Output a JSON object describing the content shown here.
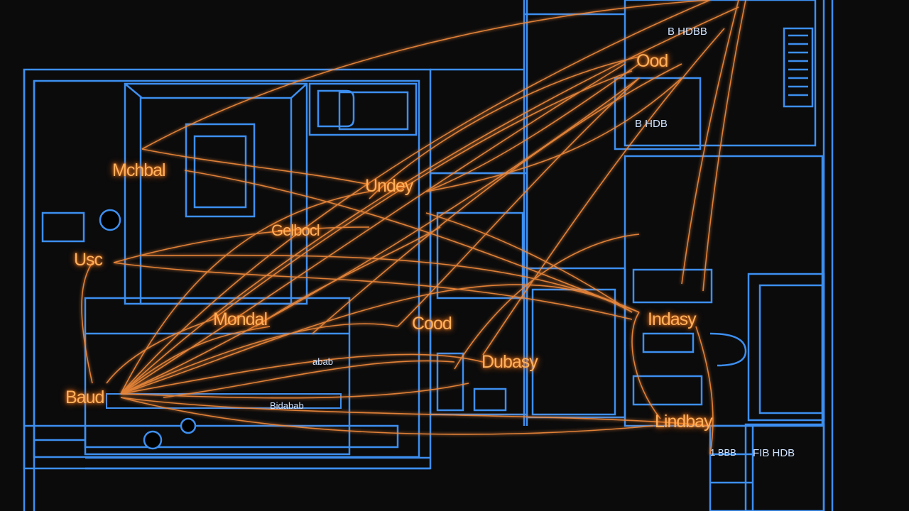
{
  "palette": {
    "background": "#0b0b0c",
    "plan_line": "#3d8ff0",
    "connection": "#f28a3a",
    "label_text": "#ffb15c",
    "label_glow": "#ff7a1a",
    "small_text": "#cfe3ff"
  },
  "labels": {
    "mchbal": "Mchbal",
    "undey_top": "Undey",
    "usc": "Usc",
    "gelbocl": "Gelbocl",
    "mondal": "Mondal",
    "cood": "Cood",
    "ood": "Ood",
    "baud": "Baud",
    "dubasy": "Dubasy",
    "indasy": "Indasy",
    "lindbay": "Lindbay"
  },
  "small_labels": {
    "top_right_a": "B HDBB",
    "top_right_b": "B HDB",
    "right_mid": "FIB HDB",
    "bottom_right": "1 BBB",
    "bottom_left": "Bidabab",
    "center_small": "abab"
  }
}
